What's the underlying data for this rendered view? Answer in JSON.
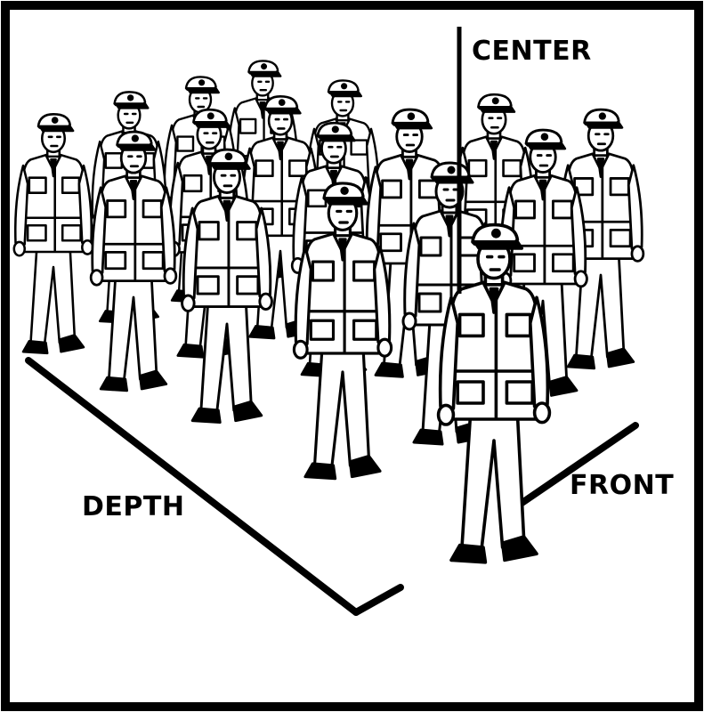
{
  "labels": {
    "center": "CENTER",
    "front": "FRONT",
    "depth": "DEPTH"
  },
  "formation": {
    "columns": 4,
    "ranks": 5
  },
  "colors": {
    "ink": "#000000",
    "paper": "#ffffff"
  }
}
